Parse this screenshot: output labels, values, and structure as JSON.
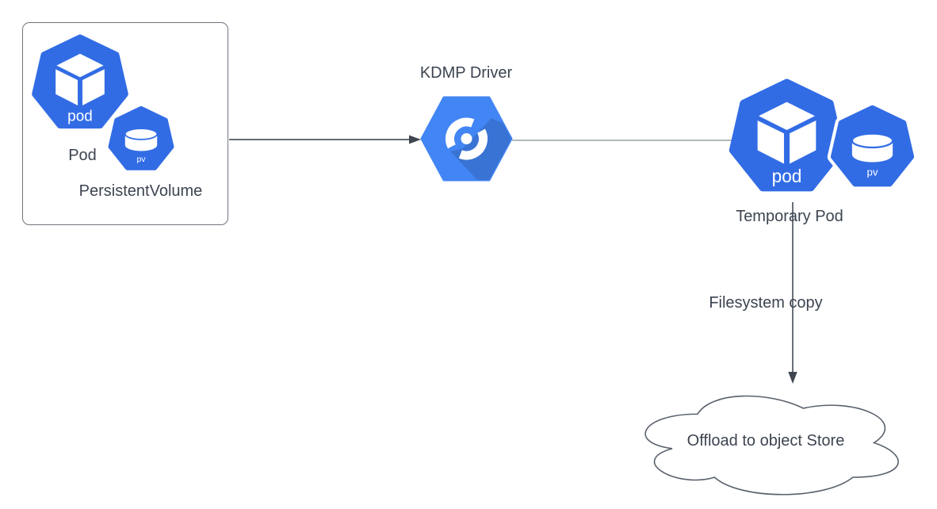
{
  "diagram": {
    "nodes": {
      "source_group": {
        "pod_badge": "pod",
        "pod_label": "Pod",
        "pv_badge": "pv",
        "pv_label": "PersistentVolume"
      },
      "kdmp_driver": {
        "label": "KDMP Driver"
      },
      "temporary_pod": {
        "pod_badge": "pod",
        "pv_badge": "pv",
        "label": "Temporary Pod"
      },
      "object_store": {
        "label": "Offload to object Store"
      }
    },
    "edges": {
      "filesystem_copy_label": "Filesystem copy"
    },
    "colors": {
      "kubernetes_blue": "#326CE5",
      "kdmp_hexagon_blue": "#4285F4",
      "connector_dark": "#4F565F",
      "connector_light": "#9AA0A5",
      "arrowhead": "#3F4650",
      "label_text": "#3C4450",
      "box_border": "#6F757D",
      "cloud_border": "#5A616C",
      "icon_glyph": "#FFFFFF"
    }
  }
}
